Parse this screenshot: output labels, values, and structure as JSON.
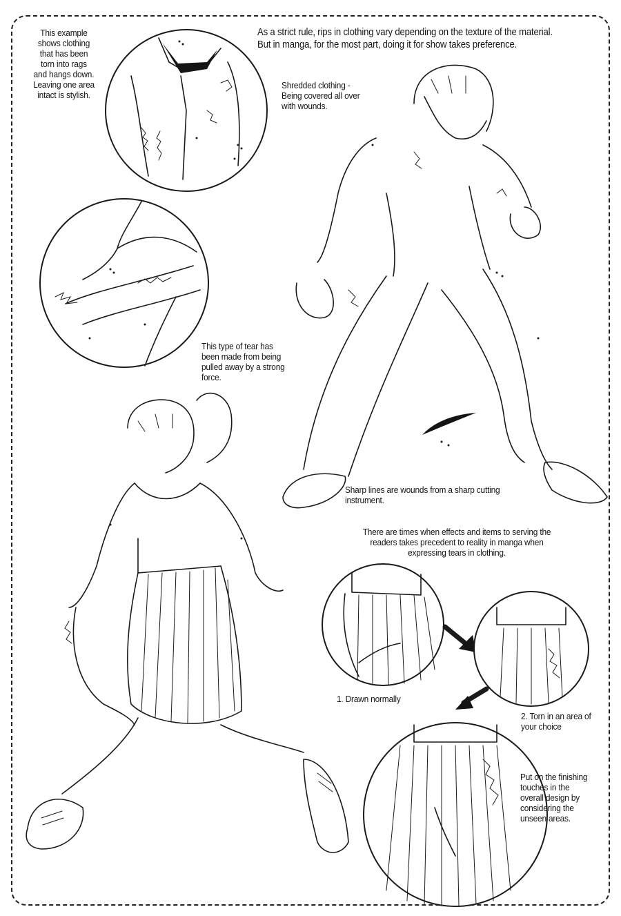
{
  "intro": {
    "line1": "As a strict rule, rips in clothing vary depending on the texture of the material.",
    "line2": "But in manga, for the most part, doing it for show takes preference."
  },
  "captions": {
    "rags": [
      "This example",
      "shows clothing",
      "that has been",
      "torn into rags",
      "and hangs down.",
      "Leaving one area",
      "intact is stylish."
    ],
    "shredded": [
      "Shredded clothing -",
      "Being covered all over",
      "with wounds."
    ],
    "pulled": [
      "This type of tear has",
      "been made from being",
      "pulled away by a strong",
      "force."
    ],
    "sharp": [
      "Sharp lines are wounds from a sharp cutting",
      "instrument."
    ],
    "effects": [
      "There are times when effects and items to serving the",
      "readers takes precedent to reality in manga when",
      "expressing tears in clothing."
    ],
    "step1": "1. Drawn normally",
    "step2": [
      "2. Torn in an area of",
      "your choice"
    ],
    "finish": [
      "Put on the finishing",
      "touches in the",
      "overall design by",
      "considering the",
      "unseen areas."
    ]
  },
  "illustrations": {
    "top_circle": "shirt-torn-into-rags",
    "middle_circle": "shoulder-tear-pulled-away",
    "male_figure": "boy-in-shredded-clothing",
    "female_figure": "girl-in-torn-uniform",
    "skirt_step1": "skirt-drawn-normally",
    "skirt_step2": "skirt-torn-area",
    "skirt_step3": "skirt-finished"
  }
}
